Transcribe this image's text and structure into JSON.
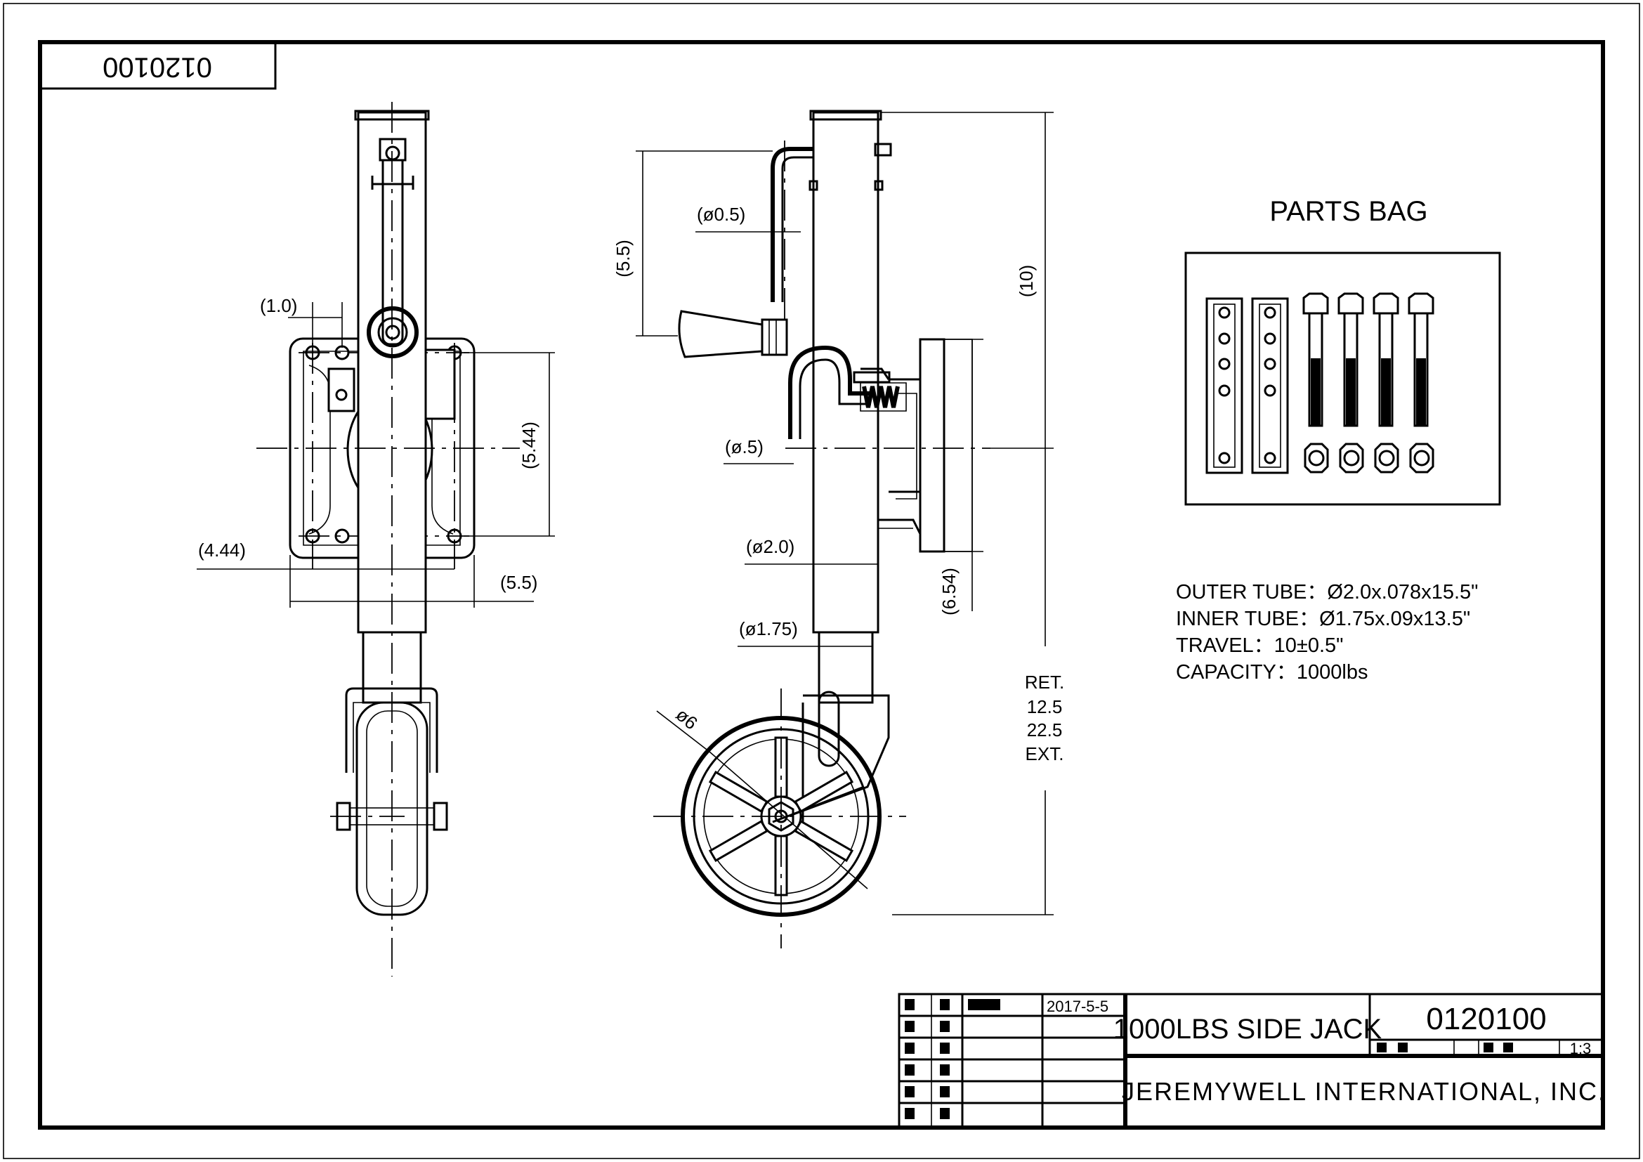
{
  "drawing_number_mirrored": "0120100",
  "front_view": {
    "dims": {
      "d1": "(1.0)",
      "d2": "(5.44)",
      "d3": "(4.44)",
      "d4": "(5.5)"
    }
  },
  "side_view": {
    "dims": {
      "handle_height": "(5.5)",
      "crank_dia": "(ø0.5)",
      "pin_dia": "(ø.5)",
      "outer_dia": "(ø2.0)",
      "inner_dia": "(ø1.75)",
      "wheel_dia": "ø6",
      "plate_height": "(6.54)",
      "upper_height": "(10)"
    },
    "travel_label": {
      "ret_label": "RET.",
      "ret_value": "12.5",
      "ext_value": "22.5",
      "ext_label": "EXT."
    }
  },
  "parts_bag": {
    "title": "PARTS BAG"
  },
  "specs": [
    "OUTER  TUBE：Ø2.0x.078x15.5\"",
    "INNER TUBE：Ø1.75x.09x13.5\"",
    "TRAVEL：10±0.5\"",
    "CAPACITY：1000lbs"
  ],
  "title_block": {
    "date": "2017-5-5",
    "product_name": "1000LBS SIDE JACK",
    "drawing_number": "0120100",
    "scale": "1:3",
    "company": "JEREMYWELL INTERNATIONAL, INC."
  }
}
